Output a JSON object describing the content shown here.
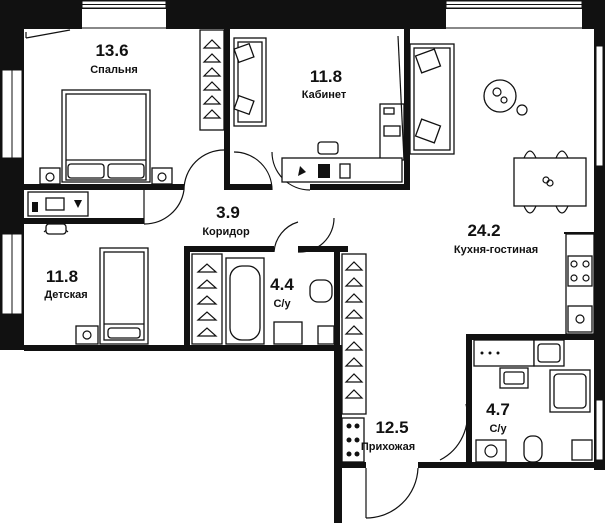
{
  "rooms": [
    {
      "key": "bedroom",
      "area": "13.6",
      "label": "Спальня"
    },
    {
      "key": "study",
      "area": "11.8",
      "label": "Кабинет"
    },
    {
      "key": "corridor",
      "area": "3.9",
      "label": "Коридор"
    },
    {
      "key": "kids",
      "area": "11.8",
      "label": "Детская"
    },
    {
      "key": "bath1",
      "area": "4.4",
      "label": "С/у"
    },
    {
      "key": "living",
      "area": "24.2",
      "label": "Кухня-гостиная"
    },
    {
      "key": "bath2",
      "area": "4.7",
      "label": "С/у"
    },
    {
      "key": "hall",
      "area": "12.5",
      "label": "Прихожая"
    }
  ],
  "colors": {
    "wall": "#111111",
    "background": "#ffffff"
  }
}
